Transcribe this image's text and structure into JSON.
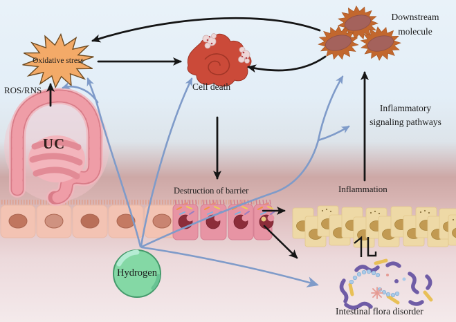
{
  "figure": {
    "type": "mechanism-diagram",
    "topic": "Role of hydrogen in ulcerative colitis",
    "labels": {
      "oxidative_stress": "Oxidative stress",
      "ros_rns": "ROS/RNS",
      "uc": "UC",
      "cell_death": "Cell death",
      "downstream_line1": "Downstream",
      "downstream_line2": "molecule",
      "inflammatory_line1": "Inflammatory",
      "inflammatory_line2": "signaling pathways",
      "destruction_of_barrier": "Destruction of barrier",
      "inflammation": "Inflammation",
      "hydrogen": "Hydrogen",
      "intestinal_flora": "Intestinal flora disorder"
    },
    "palette": {
      "background_top": "#e6f0f8",
      "background_rose": "#cda7a5",
      "background_bottom": "#f3e9ea",
      "black_arrow": "#151515",
      "blue_arrow": "#7f9bc9",
      "oxidative_star_fill": "#f3aa68",
      "oxidative_star_stroke": "#6d4a20",
      "cell_death_fill": "#cb4a39",
      "downstream_spike_fill": "#c2672e",
      "downstream_body_fill": "#a4625c",
      "hydrogen_fill": "#84d8a5",
      "hydrogen_stroke": "#44996b",
      "colon_fill": "#d97c88",
      "epithelium_cell_fill": "#f3c3b3",
      "epithelium_nucleus_fill": "#c0765f",
      "damaged_cell_fill": "#e794a4",
      "damaged_nucleus_fill": "#8c2d3a",
      "inflammation_cell_fill": "#eed9a6",
      "inflammation_nucleus_fill": "#c29a52",
      "flora_purple": "#6f5ca6",
      "flora_yellow": "#e8c057",
      "flora_blue": "#a9cbe9"
    },
    "nodes": [
      {
        "id": "uc",
        "label": "UC"
      },
      {
        "id": "oxidative-stress",
        "label": "Oxidative stress"
      },
      {
        "id": "cell-death",
        "label": "Cell death"
      },
      {
        "id": "downstream-molecule",
        "label": "Downstream molecule"
      },
      {
        "id": "destruction-of-barrier",
        "label": "Destruction of barrier"
      },
      {
        "id": "inflammation",
        "label": "Inflammation"
      },
      {
        "id": "intestinal-flora-disorder",
        "label": "Intestinal flora disorder"
      },
      {
        "id": "hydrogen",
        "label": "Hydrogen"
      }
    ],
    "edges": [
      {
        "from": "uc",
        "to": "oxidative-stress",
        "style": "black-arrow",
        "via": "ROS/RNS"
      },
      {
        "from": "oxidative-stress",
        "to": "cell-death",
        "style": "black-arrow"
      },
      {
        "from": "downstream-molecule",
        "to": "oxidative-stress",
        "style": "black-arrow"
      },
      {
        "from": "downstream-molecule",
        "to": "cell-death",
        "style": "black-arrow"
      },
      {
        "from": "cell-death",
        "to": "destruction-of-barrier",
        "style": "black-arrow"
      },
      {
        "from": "destruction-of-barrier",
        "to": "inflammation",
        "style": "black-arrow"
      },
      {
        "from": "destruction-of-barrier",
        "to": "intestinal-flora-disorder",
        "style": "black-arrow"
      },
      {
        "from": "inflammation",
        "to": "downstream-molecule",
        "style": "black-arrow",
        "via": "Inflammatory signaling pathways"
      },
      {
        "from": "inflammation",
        "to": "intestinal-flora-disorder",
        "style": "double-half-arrows"
      },
      {
        "from": "hydrogen",
        "to": "ros-rns",
        "style": "blue-arrow"
      },
      {
        "from": "hydrogen",
        "to": "oxidative-stress",
        "style": "blue-arrow"
      },
      {
        "from": "hydrogen",
        "to": "cell-death",
        "style": "blue-arrow"
      },
      {
        "from": "hydrogen",
        "to": "downstream-molecule",
        "style": "blue-arrow"
      },
      {
        "from": "hydrogen",
        "to": "inflammatory-signaling-pathways",
        "style": "blue-arrow"
      },
      {
        "from": "hydrogen",
        "to": "intestinal-flora-disorder",
        "style": "blue-arrow"
      }
    ]
  }
}
